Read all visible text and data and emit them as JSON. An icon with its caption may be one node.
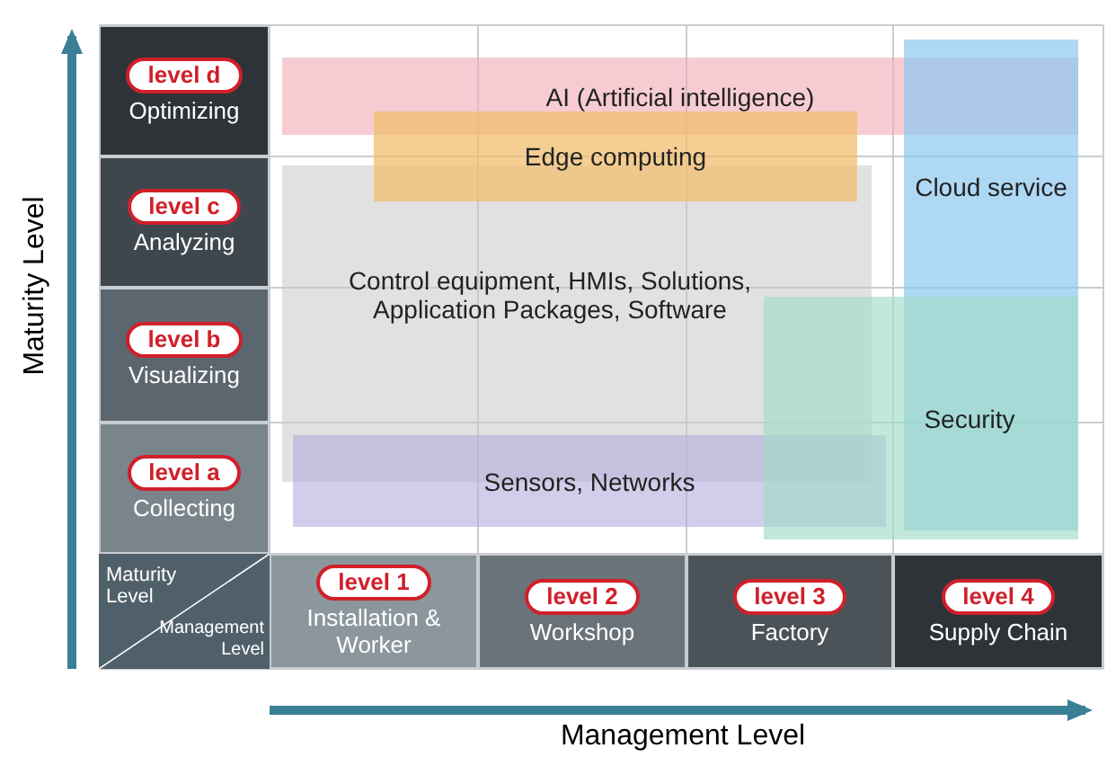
{
  "diagram": {
    "nodes": [
      {
        "text": [
          "level d",
          "Optimizing"
        ]
      },
      {
        "text": [
          "level c",
          "Analyzing"
        ]
      },
      {
        "text": [
          "level b",
          "Visualizing"
        ]
      },
      {
        "text": [
          "level a",
          "Collecting"
        ]
      },
      {
        "text": [
          "Maturity Level",
          "Management Level"
        ]
      },
      {
        "text": [
          "level 1",
          "Installation & Worker"
        ]
      },
      {
        "text": [
          "level 2",
          "Workshop"
        ]
      },
      {
        "text": [
          "level 3",
          "Factory"
        ]
      },
      {
        "text": [
          "level 4",
          "Supply Chain"
        ]
      },
      {
        "text": [
          "AI (Artificial intelligence)"
        ]
      },
      {
        "text": [
          "Edge computing"
        ]
      },
      {
        "text": [
          "Control equipment, HMIs, Solutions, Application Packages, Software"
        ]
      },
      {
        "text": [
          "Sensors, Networks"
        ]
      },
      {
        "text": [
          "Cloud service"
        ]
      },
      {
        "text": [
          "Security"
        ]
      }
    ],
    "edges": [],
    "labels": [
      "Maturity Level",
      "Management Level"
    ]
  }
}
